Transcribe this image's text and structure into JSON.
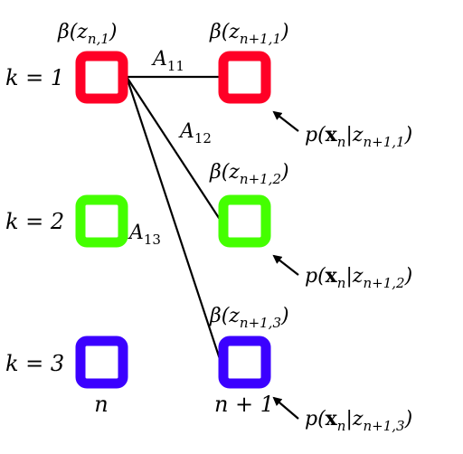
{
  "colors": {
    "k1": "#ff0026",
    "k2": "#44ff00",
    "k3": "#3b00ff",
    "edge": "#000000"
  },
  "rows": [
    {
      "k_label": "k = 1",
      "color_key": "k1"
    },
    {
      "k_label": "k = 2",
      "color_key": "k2"
    },
    {
      "k_label": "k = 3",
      "color_key": "k3"
    }
  ],
  "columns": [
    {
      "label": "n"
    },
    {
      "label": "n + 1"
    }
  ],
  "beta_labels": [
    {
      "base": "β(z",
      "sub": "n,1",
      "close": ")"
    },
    {
      "base": "β(z",
      "sub": "n+1,1",
      "close": ")"
    },
    {
      "base": "β(z",
      "sub": "n+1,2",
      "close": ")"
    },
    {
      "base": "β(z",
      "sub": "n+1,3",
      "close": ")"
    }
  ],
  "transitions": [
    {
      "base": "A",
      "sub": "11"
    },
    {
      "base": "A",
      "sub": "12"
    },
    {
      "base": "A",
      "sub": "13"
    }
  ],
  "emissions": [
    {
      "prefix": "p(",
      "bold": "x",
      "sub1": "n",
      "mid": "|z",
      "sub2": "n+1,1",
      "close": ")"
    },
    {
      "prefix": "p(",
      "bold": "x",
      "sub1": "n",
      "mid": "|z",
      "sub2": "n+1,2",
      "close": ")"
    },
    {
      "prefix": "p(",
      "bold": "x",
      "sub1": "n",
      "mid": "|z",
      "sub2": "n+1,3",
      "close": ")"
    }
  ]
}
